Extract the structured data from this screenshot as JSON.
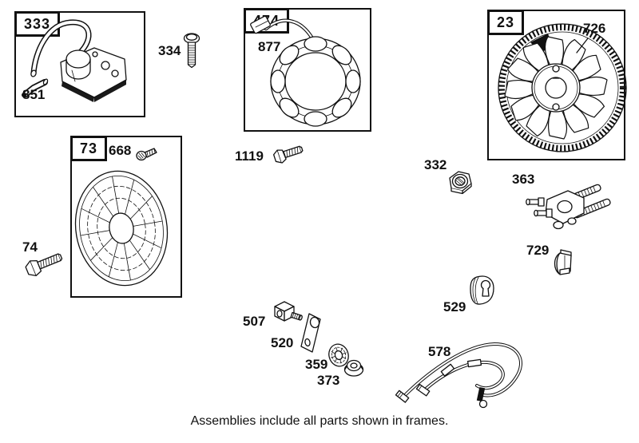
{
  "caption": "Assemblies include all parts shown in frames.",
  "colors": {
    "ink": "#111111",
    "background": "#ffffff"
  },
  "frames": {
    "ignition_coil": {
      "label": "333",
      "boot": "851"
    },
    "stator": {
      "label": "474",
      "harness": "877"
    },
    "flywheel": {
      "label": "23",
      "ring_gear": "726"
    },
    "screen": {
      "label": "73",
      "screw": "668"
    }
  },
  "parts": {
    "screw_334": "334",
    "bolt_74": "74",
    "screw_1119": "1119",
    "nut_332": "332",
    "puller_363": "363",
    "clip_729": "729",
    "grommet_529": "529",
    "switch_507": "507",
    "bracket_520": "520",
    "ratchet_359": "359",
    "nut_373": "373",
    "wire_578": "578"
  }
}
